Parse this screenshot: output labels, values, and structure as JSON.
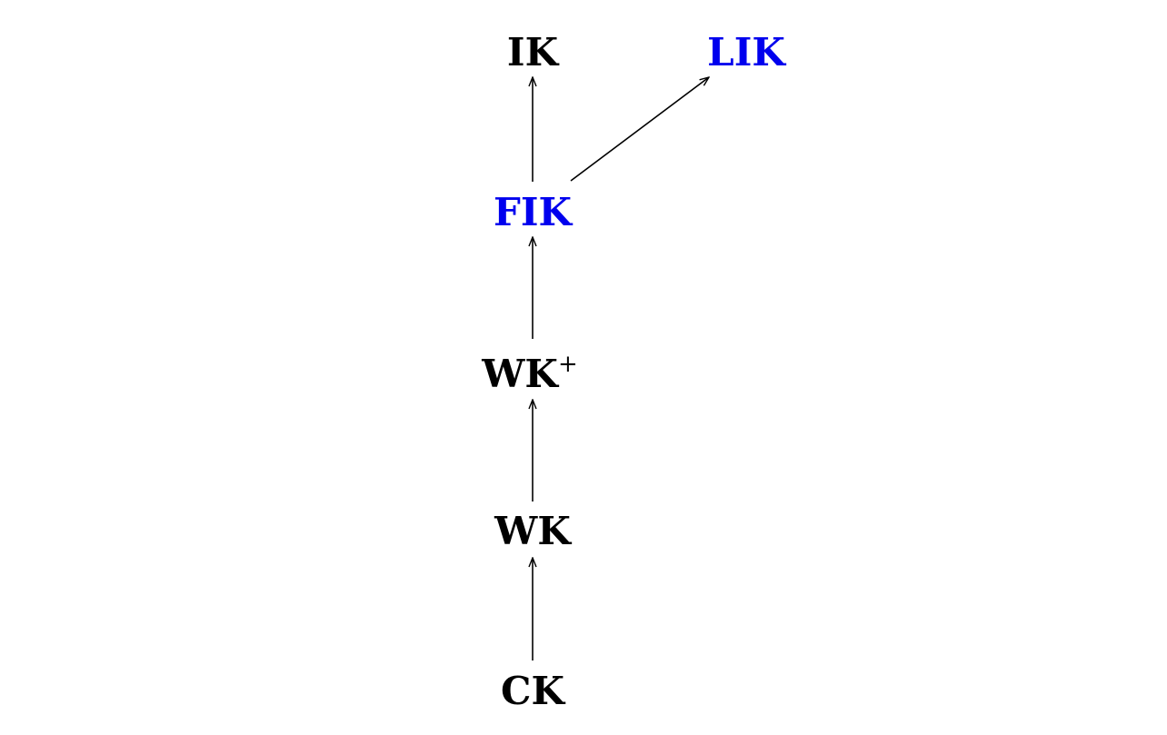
{
  "diagram": {
    "colors": {
      "default": "#000000",
      "highlight": "#0000ee",
      "edge": "#000000"
    },
    "nodes": [
      {
        "id": "ik",
        "label": "IK",
        "superscript": "",
        "color": "default"
      },
      {
        "id": "lik",
        "label": "LIK",
        "superscript": "",
        "color": "highlight"
      },
      {
        "id": "fik",
        "label": "FIK",
        "superscript": "",
        "color": "highlight"
      },
      {
        "id": "wkplus",
        "label": "WK",
        "superscript": "+",
        "color": "default"
      },
      {
        "id": "wk",
        "label": "WK",
        "superscript": "",
        "color": "default"
      },
      {
        "id": "ck",
        "label": "CK",
        "superscript": "",
        "color": "default"
      }
    ],
    "edges": [
      {
        "from": "ck",
        "to": "wk"
      },
      {
        "from": "wk",
        "to": "wkplus"
      },
      {
        "from": "wkplus",
        "to": "fik"
      },
      {
        "from": "fik",
        "to": "ik"
      },
      {
        "from": "fik",
        "to": "lik"
      }
    ]
  }
}
